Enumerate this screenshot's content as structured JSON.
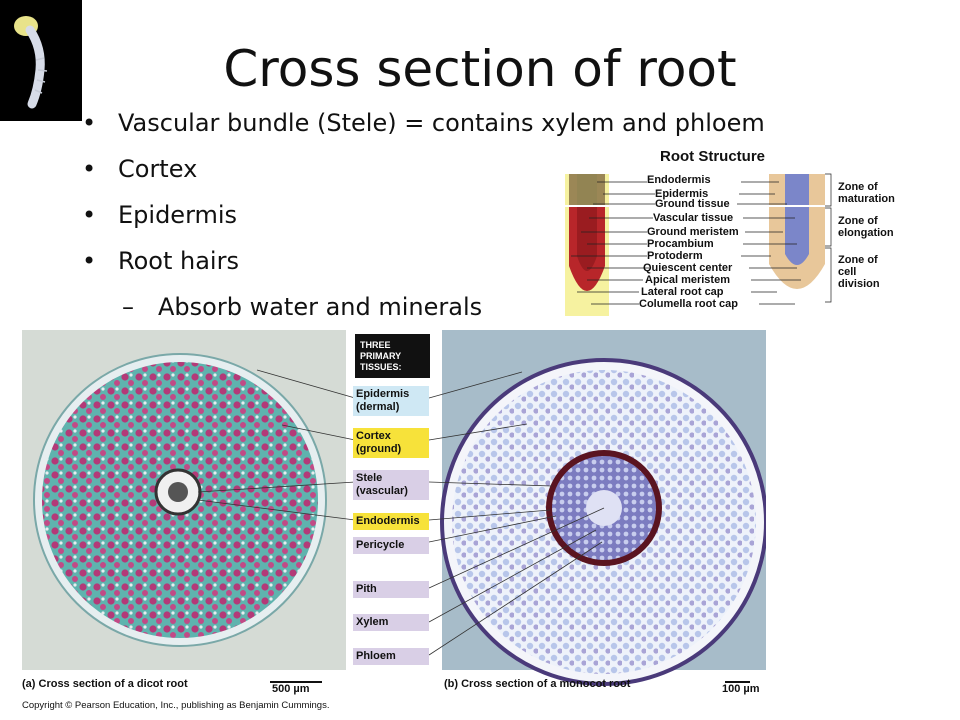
{
  "slide": {
    "title": "Cross section of root",
    "bullets": [
      {
        "text": "Vascular bundle (Stele) = contains xylem and phloem",
        "level": 1
      },
      {
        "text": "Cortex",
        "level": 1
      },
      {
        "text": "Epidermis",
        "level": 1
      },
      {
        "text": "Root hairs",
        "level": 1
      },
      {
        "text": "Absorb water and minerals",
        "level": 2
      }
    ],
    "bullet_glyph": "•",
    "sub_bullet_glyph": "–"
  },
  "root_structure": {
    "title": "Root Structure",
    "labels": [
      "Endodermis",
      "Epidermis",
      "Ground tissue",
      "Vascular tissue",
      "Ground meristem",
      "Procambium",
      "Protoderm",
      "Quiescent center",
      "Apical meristem",
      "Lateral root cap",
      "Columella root cap"
    ],
    "zones": [
      {
        "line1": "Zone of",
        "line2": "maturation"
      },
      {
        "line1": "Zone of",
        "line2": "elongation"
      },
      {
        "line1": "Zone of",
        "line2": "cell",
        "line3": "division"
      }
    ]
  },
  "tissues": {
    "header": [
      "THREE",
      "PRIMARY",
      "TISSUES:"
    ],
    "labels": [
      {
        "line1": "Epidermis",
        "line2": "(dermal)",
        "color": "#cfe8f4"
      },
      {
        "line1": "Cortex",
        "line2": "(ground)",
        "color": "#f7e23a"
      },
      {
        "line1": "Stele",
        "line2": "(vascular)",
        "color": "#d9cfe6"
      },
      {
        "line1": "Endodermis",
        "line2": "",
        "color": "#f7e23a"
      },
      {
        "line1": "Pericycle",
        "line2": "",
        "color": "#d9cfe6"
      },
      {
        "line1": "Pith",
        "line2": "",
        "color": "#d9cfe6"
      },
      {
        "line1": "Xylem",
        "line2": "",
        "color": "#d9cfe6"
      },
      {
        "line1": "Phloem",
        "line2": "",
        "color": "#d9cfe6"
      }
    ]
  },
  "captions": {
    "dicot": "(a) Cross section of a dicot root",
    "dicot_scale": "500 µm",
    "monocot": "(b) Cross section of a monocot root",
    "monocot_scale": "100 µm",
    "copyright": "Copyright © Pearson Education, Inc., publishing as Benjamin Cummings."
  },
  "colors": {
    "dicot_bg": "#d5dbd5",
    "monocot_bg": "#a7bcc9",
    "dicot_cortex": "#b33a78",
    "dicot_tissue": "#5fb3ae",
    "monocot_cortex": "#b8c6ea",
    "endodermis_ring": "#5a1420",
    "root_red": "#b8262a",
    "root_blue": "#7b86c9",
    "root_tan": "#e8c79a"
  }
}
